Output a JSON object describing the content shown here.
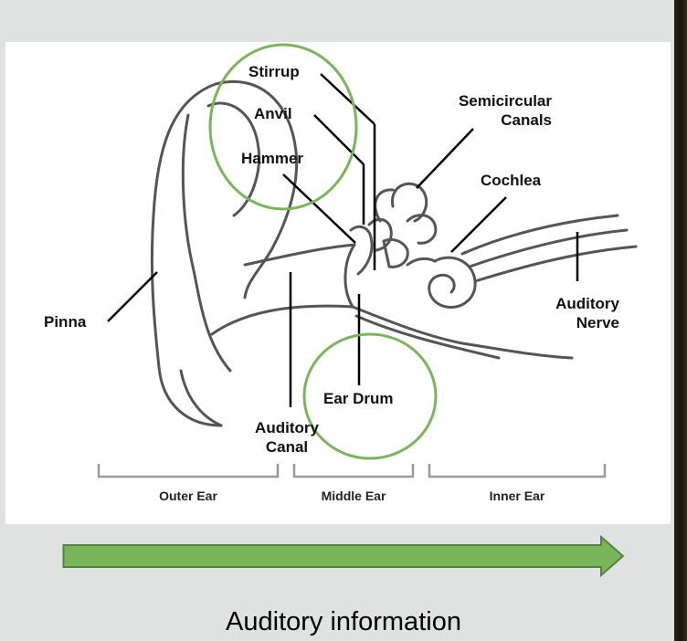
{
  "diagram": {
    "labels": {
      "stirrup": "Stirrup",
      "anvil": "Anvil",
      "hammer": "Hammer",
      "semicircular_line1": "Semicircular",
      "semicircular_line2": "Canals",
      "cochlea": "Cochlea",
      "pinna": "Pinna",
      "auditory_nerve_line1": "Auditory",
      "auditory_nerve_line2": "Nerve",
      "ear_drum": "Ear Drum",
      "auditory_canal_line1": "Auditory",
      "auditory_canal_line2": "Canal"
    },
    "sections": {
      "outer": "Outer Ear",
      "middle": "Middle Ear",
      "inner": "Inner Ear"
    }
  },
  "caption": "Auditory information",
  "colors": {
    "highlight_circle": "#7ab55c",
    "arrow_fill": "#7ab55c",
    "arrow_stroke": "#55843f",
    "background": "#dfe2e1"
  }
}
